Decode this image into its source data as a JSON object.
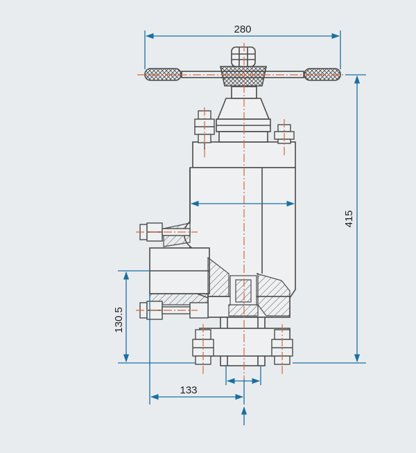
{
  "dimensions": {
    "handwheel_width": "280",
    "overall_height": "415",
    "side_height": "130.5",
    "side_offset": "133"
  },
  "colors": {
    "background": "#e9ecef",
    "outline": "#4a4a4a",
    "dimension": "#1a6fa0",
    "centerline": "#d2693c",
    "hatch": "#555555"
  }
}
